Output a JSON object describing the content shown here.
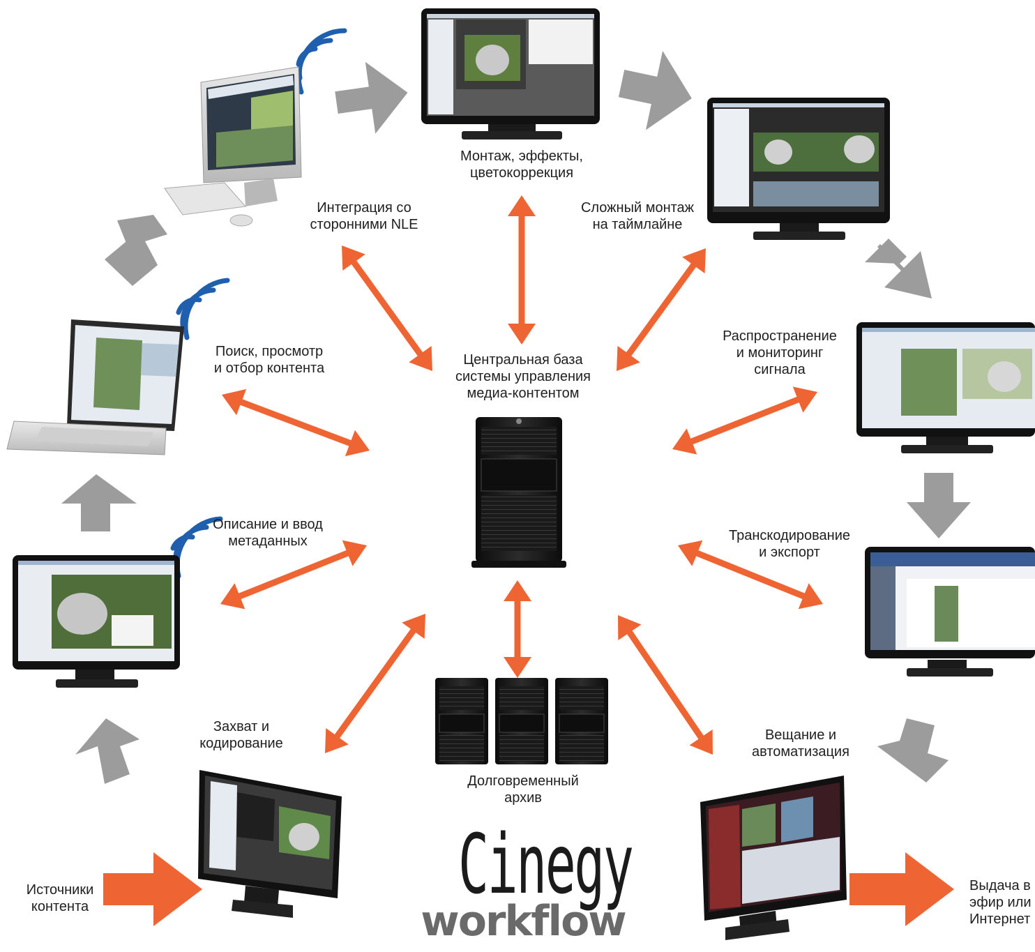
{
  "colors": {
    "orange_arrow": "#ef6433",
    "gray_arrow": "#9c9c9c",
    "wifi": "#1f5fae",
    "server": "#1d1d1d",
    "text": "#1f1f1f"
  },
  "nodes": {
    "editing": {
      "lines": [
        "Монтаж, эффекты,",
        "цветокоррекция"
      ]
    },
    "integration": {
      "lines": [
        "Интеграция со",
        "сторонними NLE"
      ]
    },
    "timeline": {
      "lines": [
        "Сложный монтаж",
        "на таймлайне"
      ]
    },
    "search": {
      "lines": [
        "Поиск, просмотр",
        "и отбор контента"
      ]
    },
    "distribution": {
      "lines": [
        "Распространение",
        "и мониторинг",
        "сигнала"
      ]
    },
    "metadata": {
      "lines": [
        "Описание и ввод",
        "метаданных"
      ]
    },
    "transcoding": {
      "lines": [
        "Транскодирование",
        "и экспорт"
      ]
    },
    "capture": {
      "lines": [
        "Захват и",
        "кодирование"
      ]
    },
    "broadcast": {
      "lines": [
        "Вещание и",
        "автоматизация"
      ]
    },
    "central": {
      "lines": [
        "Центральная база",
        "системы управления",
        "медиа-контентом"
      ]
    },
    "archive": {
      "lines": [
        "Долговременный",
        "архив"
      ]
    },
    "sources": {
      "lines": [
        "Источники",
        "контента"
      ]
    },
    "output": {
      "lines": [
        "Выдача в",
        "эфир или",
        "Интернет"
      ]
    }
  },
  "logo": {
    "brand": "Cinegy",
    "sub": "workflow"
  }
}
